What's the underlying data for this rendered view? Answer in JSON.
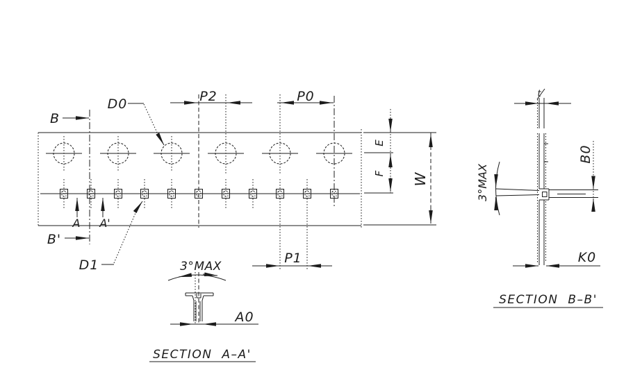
{
  "drawing": {
    "background": "#ffffff",
    "line_color": "#1c1c1c",
    "top_view": {
      "section_marker_b": "B",
      "section_marker_b_prime": "B'",
      "section_marker_a": "A",
      "section_marker_a_prime": "A'",
      "dim_d0": "D0",
      "dim_d1": "D1",
      "dim_p2": "P2",
      "dim_p0": "P0",
      "dim_p1": "P1",
      "dim_e": "E",
      "dim_f": "F",
      "dim_w": "W"
    },
    "section_aa": {
      "angle_note": "3°MAX",
      "dim_a0": "A0",
      "title": "SECTION A–A'"
    },
    "section_bb": {
      "dim_t": "t",
      "angle_note": "3°MAX",
      "dim_b0": "B0",
      "dim_k0": "K0",
      "title": "SECTION B–B'"
    }
  }
}
